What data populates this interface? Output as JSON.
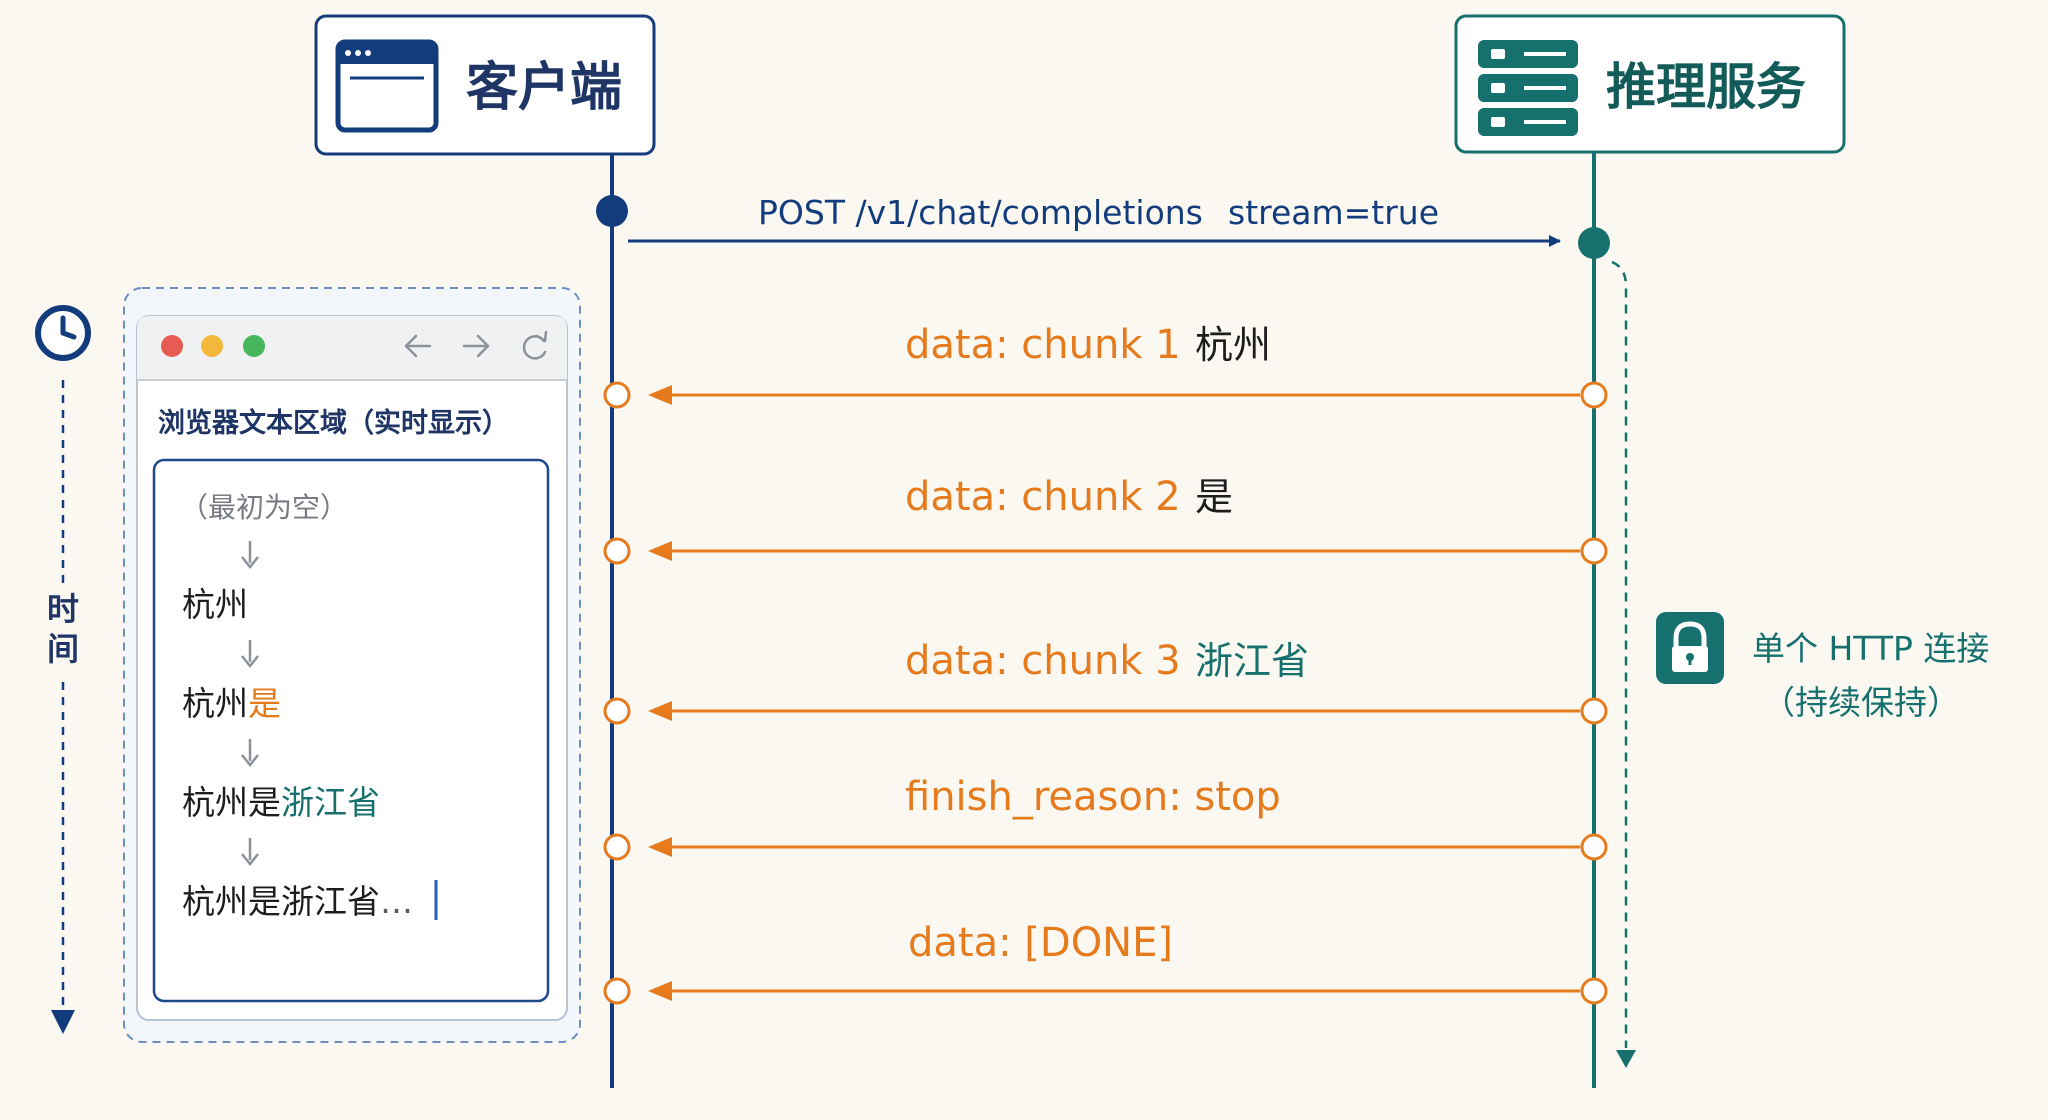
{
  "colors": {
    "background": "#fbf8f2",
    "client_blue": "#133c7c",
    "server_teal": "#16706d",
    "response_orange": "#e57b1d",
    "text_dark": "#1d1d1d",
    "panel_border": "#9fb4d2"
  },
  "client": {
    "label": "客户端",
    "icon": "browser-window-icon"
  },
  "server": {
    "label": "推理服务",
    "icon": "server-stack-icon"
  },
  "request": {
    "method_path": "POST /v1/chat/completions",
    "param": "stream=true"
  },
  "responses": [
    {
      "label": "data: chunk 1",
      "token": "杭州",
      "token_color": "#1d1d1d"
    },
    {
      "label": "data: chunk 2",
      "token": "是",
      "token_color": "#1d1d1d"
    },
    {
      "label": "data: chunk 3",
      "token": "浙江省",
      "token_color": "#16706d"
    },
    {
      "label": "finish_reason: stop",
      "token": "",
      "token_color": "#1d1d1d"
    },
    {
      "label": "data: [DONE]",
      "token": "",
      "token_color": "#1d1d1d"
    }
  ],
  "time_axis": {
    "label_1": "时",
    "label_2": "间",
    "icon": "clock-icon"
  },
  "browser": {
    "title": "浏览器文本区域（实时显示）",
    "back_icon": "arrow-left-icon",
    "forward_icon": "arrow-right-icon",
    "reload_icon": "reload-icon",
    "initial": "（最初为空）",
    "lines": [
      {
        "base": "杭州",
        "new": "",
        "new_color": "#e57b1d",
        "suffix": ""
      },
      {
        "base": "杭州",
        "new": "是",
        "new_color": "#e57b1d",
        "suffix": ""
      },
      {
        "base": "杭州是",
        "new": "浙江省",
        "new_color": "#16706d",
        "suffix": ""
      },
      {
        "base": "杭州是浙江省",
        "new": "",
        "new_color": "#1d1d1d",
        "suffix": "…"
      }
    ]
  },
  "connection": {
    "icon": "lock-icon",
    "line_1": "单个 HTTP 连接",
    "line_2": "（持续保持）"
  }
}
